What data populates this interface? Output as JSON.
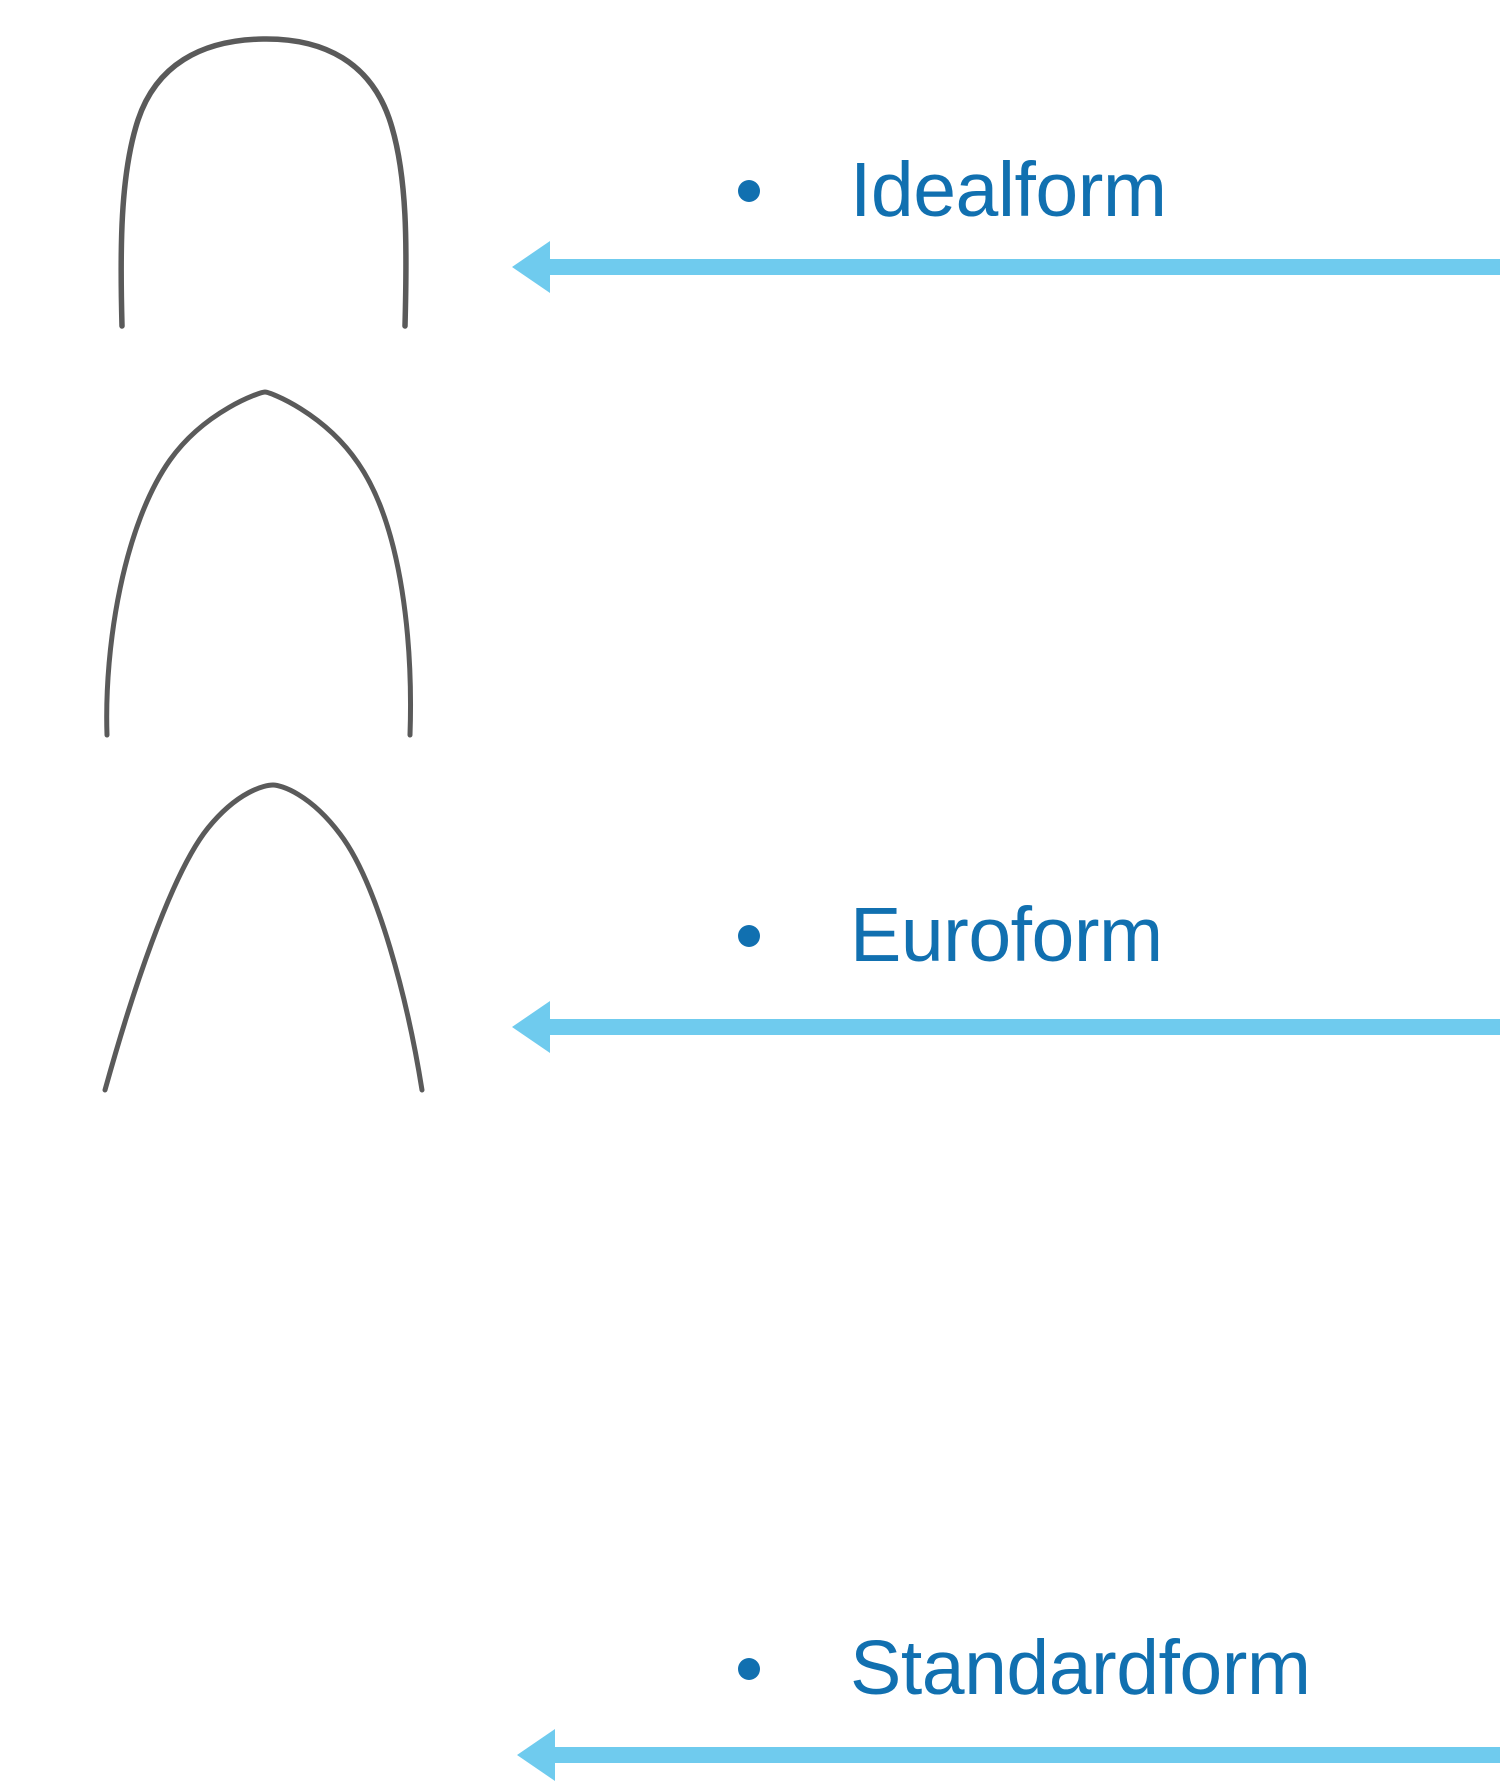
{
  "slide": {
    "background_color": "#ffffff",
    "accent_blue": "#1170B0",
    "arrow_blue": "#6FCBEE",
    "arch_stroke": "#5a5a5a"
  },
  "rows": [
    {
      "id": "idealform",
      "label": "Idealform",
      "bullet_icon": "bullet-dot-icon",
      "arrow_icon": "left-arrow-icon",
      "arch_icon": "dental-archwire-icon",
      "arch_shape": "rounded-square-u",
      "arch_description": "Archwire with broad rounded apex and near-vertical legs"
    },
    {
      "id": "euroform",
      "label": "Euroform",
      "bullet_icon": "bullet-dot-icon",
      "arrow_icon": "left-arrow-icon",
      "arch_icon": "dental-archwire-icon",
      "arch_shape": "ovoid",
      "arch_description": "Archwire with ovoid parabolic apex and slightly tapered legs"
    },
    {
      "id": "standardform",
      "label": "Standardform",
      "bullet_icon": "bullet-dot-icon",
      "arrow_icon": "left-arrow-icon",
      "arch_icon": "dental-archwire-icon",
      "arch_shape": "tapered",
      "arch_description": "Archwire with narrow rounded apex and outward splaying legs"
    }
  ]
}
